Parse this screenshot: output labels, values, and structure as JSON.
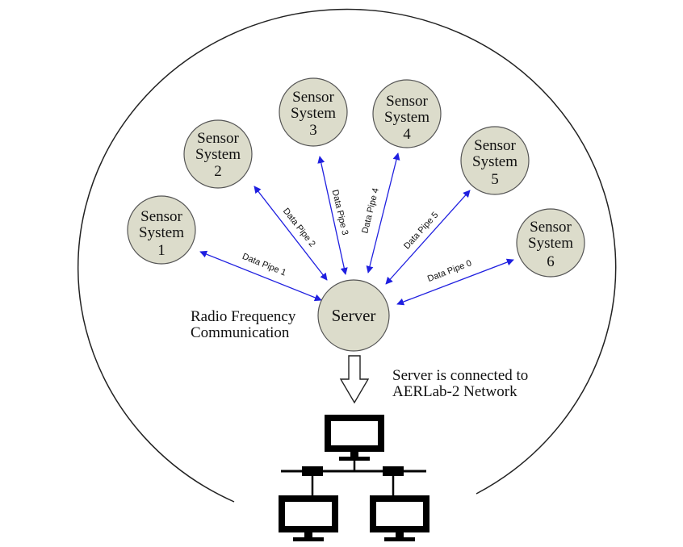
{
  "nodes": [
    {
      "line1": "Sensor",
      "line2": "System",
      "number": "1"
    },
    {
      "line1": "Sensor",
      "line2": "System",
      "number": "2"
    },
    {
      "line1": "Sensor",
      "line2": "System",
      "number": "3"
    },
    {
      "line1": "Sensor",
      "line2": "System",
      "number": "4"
    },
    {
      "line1": "Sensor",
      "line2": "System",
      "number": "5"
    },
    {
      "line1": "Sensor",
      "line2": "System",
      "number": "6"
    }
  ],
  "server": {
    "label": "Server"
  },
  "pipes": [
    {
      "label": "Data Pipe 1"
    },
    {
      "label": "Data Pipe 2"
    },
    {
      "label": "Data Pipe 3"
    },
    {
      "label": "Data Pipe 4"
    },
    {
      "label": "Data Pipe 5"
    },
    {
      "label": "Data Pipe 0"
    }
  ],
  "rf_label": {
    "line1": "Radio Frequency",
    "line2": "Communication"
  },
  "network_label": {
    "line1": "Server is connected to",
    "line2": "AERLab-2 Network"
  },
  "colors": {
    "pipe": "#1f1fe0",
    "node_fill": "#dcdccb"
  }
}
